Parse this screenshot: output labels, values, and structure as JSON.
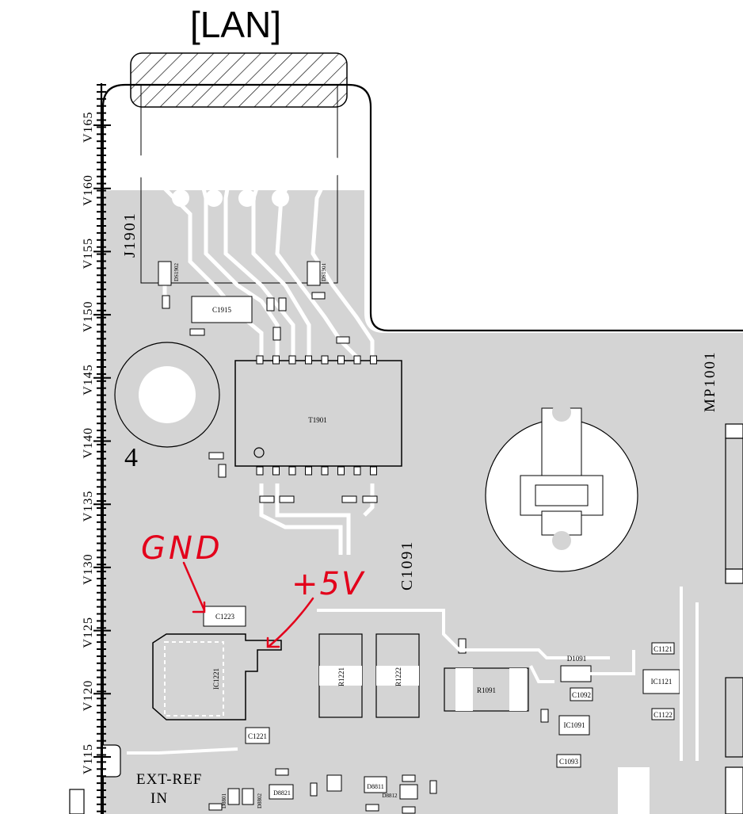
{
  "title": "[LAN]",
  "ruler": {
    "labels": [
      "V165",
      "V160",
      "V155",
      "V150",
      "V145",
      "V140",
      "V135",
      "V130",
      "V125",
      "V120",
      "V115"
    ]
  },
  "components": {
    "connector": "J1901",
    "transformer": "T1901",
    "c1915": "C1915",
    "c1091": "C1091",
    "mp1001": "MP1001",
    "ic1221": "IC1221",
    "r1221": "R1221",
    "r1222": "R1222",
    "r1091": "R1091",
    "c1221": "C1221",
    "c1223": "C1223",
    "d1091": "D1091",
    "c1092": "C1092",
    "ic1091": "IC1091",
    "c1093": "C1093",
    "c1121": "C1121",
    "ic1121": "IC1121",
    "c1122": "C1122",
    "ds1902": "DS1902",
    "ds1901": "DS1901",
    "hole_number": "4",
    "ext_ref_line1": "EXT-REF",
    "ext_ref_line2": "IN",
    "d8801": "D8801",
    "d8802": "D8802",
    "d8821": "D8821",
    "d8811": "D8811",
    "d8812": "D8812"
  },
  "annotations": {
    "gnd": "GND",
    "plus5v": "+5V",
    "color": "#e3001b"
  },
  "colors": {
    "board": "#d4d4d4",
    "trace": "#ffffff",
    "outline": "#000000"
  }
}
